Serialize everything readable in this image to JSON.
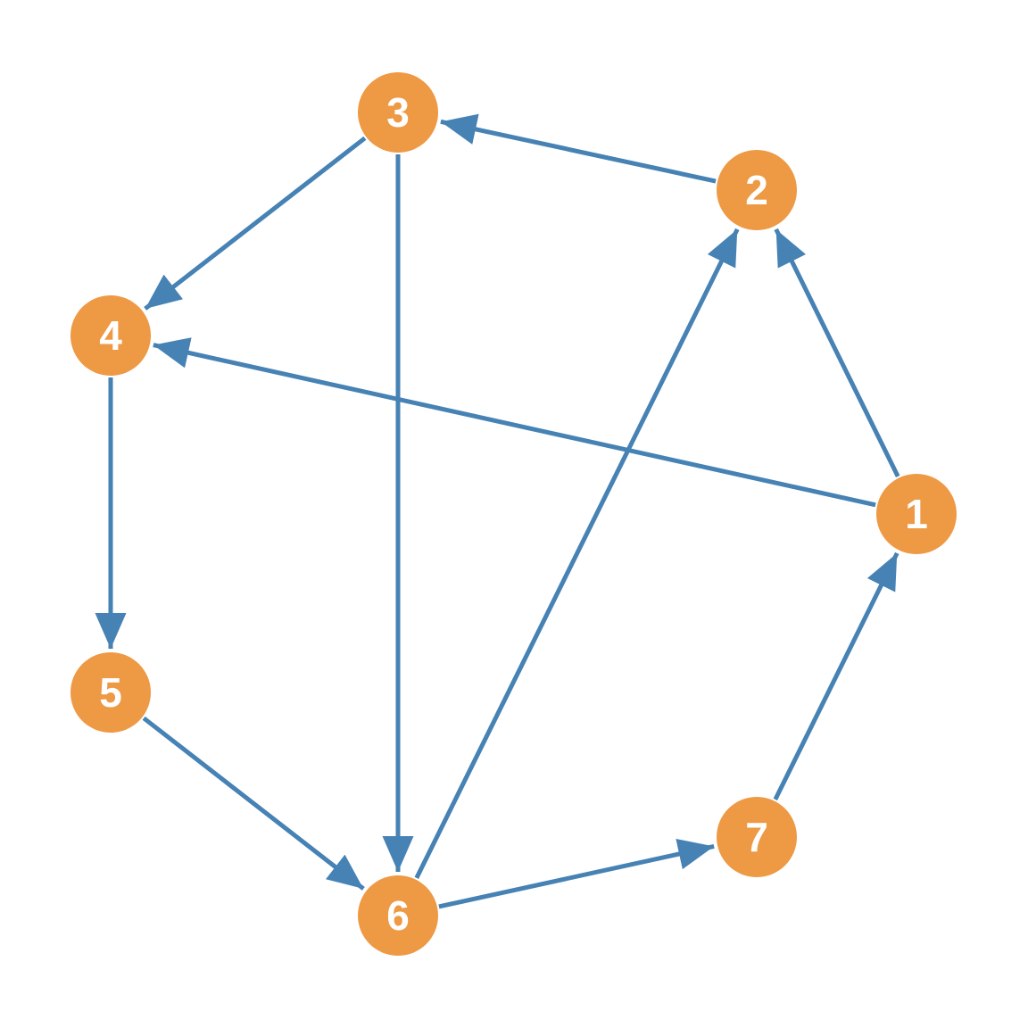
{
  "graph": {
    "directed": true,
    "colors": {
      "node_fill": "#EE9944",
      "node_label": "#FFFFFF",
      "edge": "#4682B4",
      "background": "#FFFFFF"
    },
    "nodes": [
      {
        "id": "1",
        "label": "1"
      },
      {
        "id": "2",
        "label": "2"
      },
      {
        "id": "3",
        "label": "3"
      },
      {
        "id": "4",
        "label": "4"
      },
      {
        "id": "5",
        "label": "5"
      },
      {
        "id": "6",
        "label": "6"
      },
      {
        "id": "7",
        "label": "7"
      }
    ],
    "edges": [
      {
        "from": "1",
        "to": "2"
      },
      {
        "from": "1",
        "to": "4"
      },
      {
        "from": "2",
        "to": "3"
      },
      {
        "from": "3",
        "to": "4"
      },
      {
        "from": "3",
        "to": "6"
      },
      {
        "from": "4",
        "to": "5"
      },
      {
        "from": "5",
        "to": "6"
      },
      {
        "from": "6",
        "to": "2"
      },
      {
        "from": "6",
        "to": "7"
      },
      {
        "from": "7",
        "to": "1"
      }
    ]
  }
}
